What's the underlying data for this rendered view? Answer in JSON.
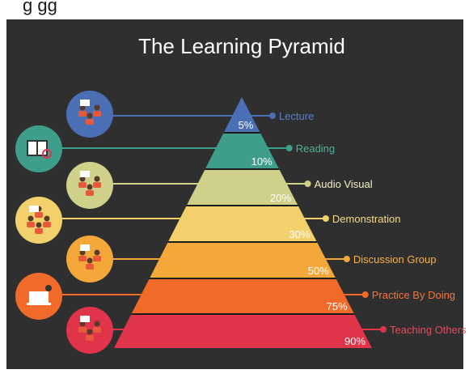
{
  "header_fragment": "g                                   gg",
  "title": "The Learning Pyramid",
  "levels": [
    {
      "label": "Lecture",
      "percent": "5%",
      "color": "#4a6fb5",
      "icon": "lecture-icon"
    },
    {
      "label": "Reading",
      "percent": "10%",
      "color": "#3f9e8b",
      "icon": "reading-book-icon"
    },
    {
      "label": "Audio Visual",
      "percent": "20%",
      "color": "#cfd08a",
      "icon": "audio-visual-icon"
    },
    {
      "label": "Demonstration",
      "percent": "30%",
      "color": "#f2d06b",
      "icon": "demonstration-icon"
    },
    {
      "label": "Discussion Group",
      "percent": "50%",
      "color": "#f5a83a",
      "icon": "discussion-group-icon"
    },
    {
      "label": "Practice By Doing",
      "percent": "75%",
      "color": "#f26a2a",
      "icon": "practice-laptop-icon"
    },
    {
      "label": "Teaching Others",
      "percent": "90%",
      "color": "#e0344a",
      "icon": "teaching-others-icon"
    }
  ],
  "label_colors": {
    "Lecture": "#5a7fc7",
    "Reading": "#4fae98",
    "Audio Visual": "#f0efc8",
    "Demonstration": "#f5d98a",
    "Discussion Group": "#f7b04a",
    "Practice By Doing": "#f4763a",
    "Teaching Others": "#e84a5a"
  }
}
